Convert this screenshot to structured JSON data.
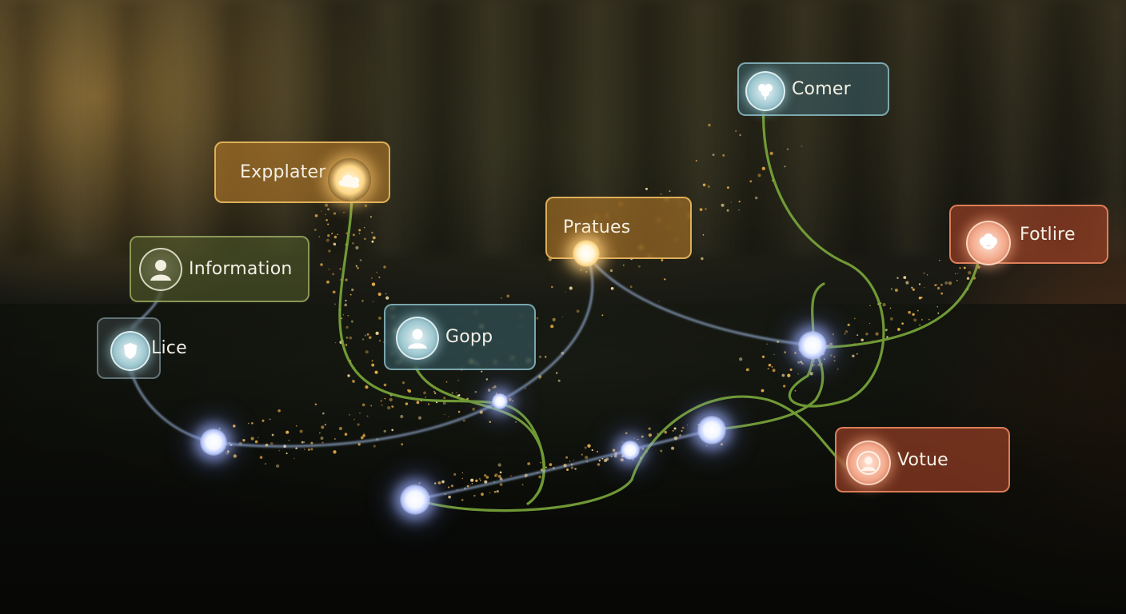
{
  "diagram": {
    "cards": [
      {
        "id": "expplater",
        "label": "Expplater",
        "icon": "cloud-icon"
      },
      {
        "id": "information",
        "label": "Information",
        "icon": "user-icon"
      },
      {
        "id": "lice",
        "label": "Lice",
        "icon": "shield-icon"
      },
      {
        "id": "gopp",
        "label": "Gopp",
        "icon": "user-icon"
      },
      {
        "id": "pratues",
        "label": "Pratues",
        "icon": "glow-node"
      },
      {
        "id": "comer",
        "label": "Comer",
        "icon": "clover-icon"
      },
      {
        "id": "fotlire",
        "label": "Fotlire",
        "icon": "flower-icon"
      },
      {
        "id": "votue",
        "label": "Votue",
        "icon": "user-icon"
      }
    ],
    "colors": {
      "gold": "#b07828",
      "olive": "#566030",
      "teal": "#3c646e",
      "orange": "#aa4628",
      "link_green": "#7aa83a",
      "link_blue": "#a8c4f0",
      "node_glow": "#b9c8ff"
    }
  }
}
